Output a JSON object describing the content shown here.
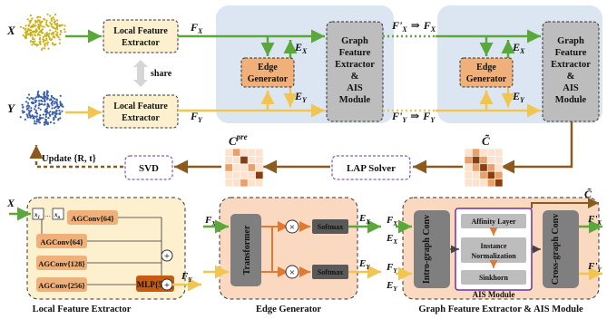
{
  "inputs": {
    "x": "X",
    "y": "Y"
  },
  "top": {
    "lfe": [
      "Local Feature",
      "Extractor"
    ],
    "share": "share",
    "fx": "F",
    "fy": "F",
    "sub_x": "X",
    "sub_y": "Y",
    "ex": "E",
    "ey": "E",
    "edge_gen": [
      "Edge",
      "Generator"
    ],
    "gfe": [
      "Graph",
      "Feature",
      "Extractor",
      "&",
      "AIS",
      "Module"
    ],
    "fprime_x": "F'",
    "fprime_y": "F'",
    "arrow": "⇒",
    "svd": "SVD",
    "update": "Update {R, t}",
    "lap": "LAP Solver",
    "c_pre": "C",
    "c_pre_sup": "pre",
    "c_tilde": "C̃"
  },
  "bottom": {
    "x": "X",
    "xs": [
      "x",
      "x"
    ],
    "xs_sub": [
      "1",
      "n"
    ],
    "agconv": [
      "AGConv{64}",
      "AGConv{64}",
      "AGConv{128}",
      "AGConv{256}"
    ],
    "mlp": "MLP{512}",
    "lfe_title": "Local Feature Extractor",
    "eg_title": "Edge Generator",
    "transformer": "Transformer",
    "softmax": "Softmax",
    "gfe_title": "Graph Feature Extractor & AIS Module",
    "intra": "Intro-graph Conv",
    "cross": "Cross-graph Conv",
    "affinity": "Affinity Layer",
    "inst": [
      "Instance",
      "Normalization"
    ],
    "sinkhorn": "Sinkhorn",
    "ais": "AIS Module",
    "c_tilde": "C̃"
  },
  "colors": {
    "green": "#5aa83a",
    "yellow": "#f2c450",
    "brown": "#8a5a1e",
    "purple": "#7030a0",
    "orange_box": "#f0b07a",
    "gray_box": "#bdbdbd",
    "light_blue": "#dce6f2",
    "light_yellow": "#fdf0cf",
    "light_orange": "#fad9c0",
    "dark_gray": "#7f7f7f",
    "mlp": "#c55a11"
  },
  "matrices": {
    "c_pre": [
      [
        0,
        1,
        0,
        0,
        0
      ],
      [
        0,
        0,
        2,
        0,
        0
      ],
      [
        1,
        0,
        0,
        1,
        0
      ],
      [
        0,
        0,
        0,
        0,
        2
      ],
      [
        0,
        0,
        1,
        0,
        0
      ]
    ],
    "c_tilde": [
      [
        0,
        1,
        0,
        0,
        0
      ],
      [
        1,
        2,
        1,
        0,
        0
      ],
      [
        0,
        1,
        2,
        1,
        0
      ],
      [
        0,
        0,
        1,
        2,
        1
      ],
      [
        0,
        0,
        0,
        1,
        2
      ]
    ]
  }
}
